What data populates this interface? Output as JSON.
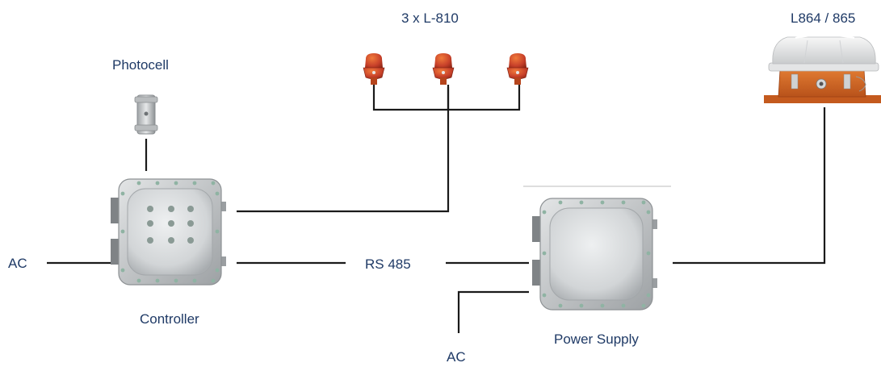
{
  "labels": {
    "l810": "3 x L-810",
    "l864": "L864 / 865",
    "photocell": "Photocell",
    "controller": "Controller",
    "rs485": "RS 485",
    "power_supply": "Power Supply",
    "ac_left": "AC",
    "ac_bottom": "AC"
  },
  "colors": {
    "text": "#1f3a66",
    "wire": "#1a1a1a",
    "enclosure": "#c9ccce",
    "beacon_red": "#c8412a",
    "beacon_orange": "#d9631e"
  }
}
